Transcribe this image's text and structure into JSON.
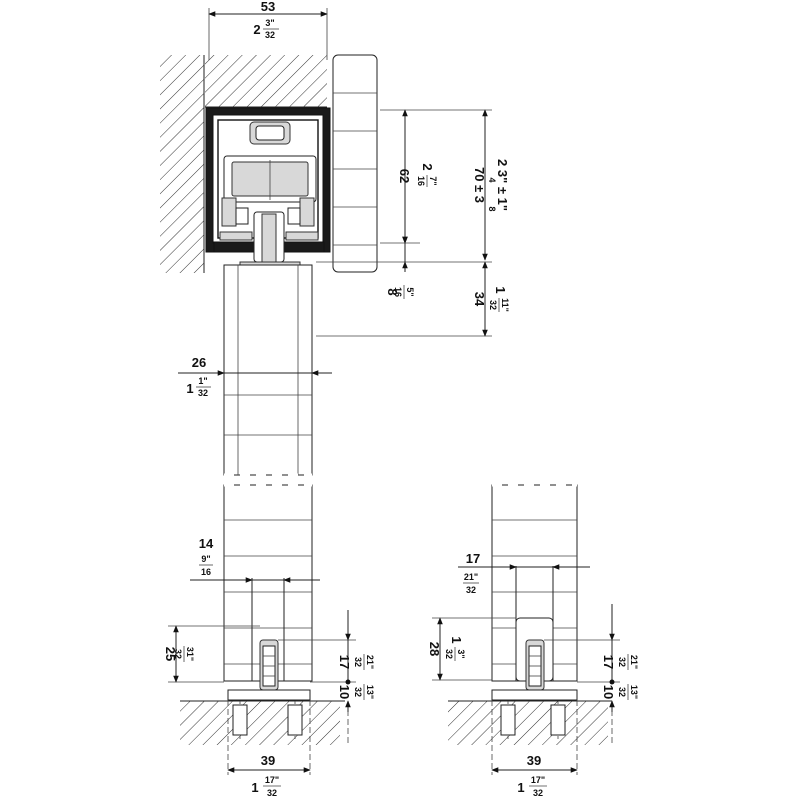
{
  "dimensions": {
    "top_width": {
      "metric": "53",
      "imperial_whole": "2",
      "imperial_num": "3\"",
      "imperial_den": "32"
    },
    "rail_height": {
      "metric": "62",
      "imperial_whole": "2",
      "imperial_num": "7\"",
      "imperial_den": "16"
    },
    "total_height": {
      "metric": "70 ± 3",
      "imperial_text": "2 3\" ± 1\"",
      "imperial_den_left": "4",
      "imperial_den_right": "8"
    },
    "gap": {
      "metric": "8",
      "imperial_num": "5\"",
      "imperial_den": "16"
    },
    "hanger_height": {
      "metric": "34",
      "imperial_whole": "1",
      "imperial_num": "11\"",
      "imperial_den": "32"
    },
    "door_thickness": {
      "metric": "26",
      "imperial_whole": "1",
      "imperial_num": "1\"",
      "imperial_den": "32"
    },
    "groove_width_left": {
      "metric": "14",
      "imperial_num": "9\"",
      "imperial_den": "16"
    },
    "groove_width_right": {
      "metric": "17",
      "imperial_num": "21\"",
      "imperial_den": "32"
    },
    "groove_depth_left": {
      "metric": "25",
      "imperial_num": "31\"",
      "imperial_den": "32"
    },
    "groove_depth_right": {
      "metric": "28",
      "imperial_whole": "1",
      "imperial_num": "3\"",
      "imperial_den": "32"
    },
    "guide_height_left": {
      "metric": "17",
      "imperial_num": "21\"",
      "imperial_den": "32"
    },
    "guide_height_right": {
      "metric": "17",
      "imperial_num": "21\"",
      "imperial_den": "32"
    },
    "floor_offset_left": {
      "metric": "10",
      "imperial_num": "13\"",
      "imperial_den": "32"
    },
    "floor_offset_right": {
      "metric": "10",
      "imperial_num": "13\"",
      "imperial_den": "32"
    },
    "base_width_left": {
      "metric": "39",
      "imperial_whole": "1",
      "imperial_num": "17\"",
      "imperial_den": "32"
    },
    "base_width_right": {
      "metric": "39",
      "imperial_whole": "1",
      "imperial_num": "17\"",
      "imperial_den": "32"
    }
  }
}
